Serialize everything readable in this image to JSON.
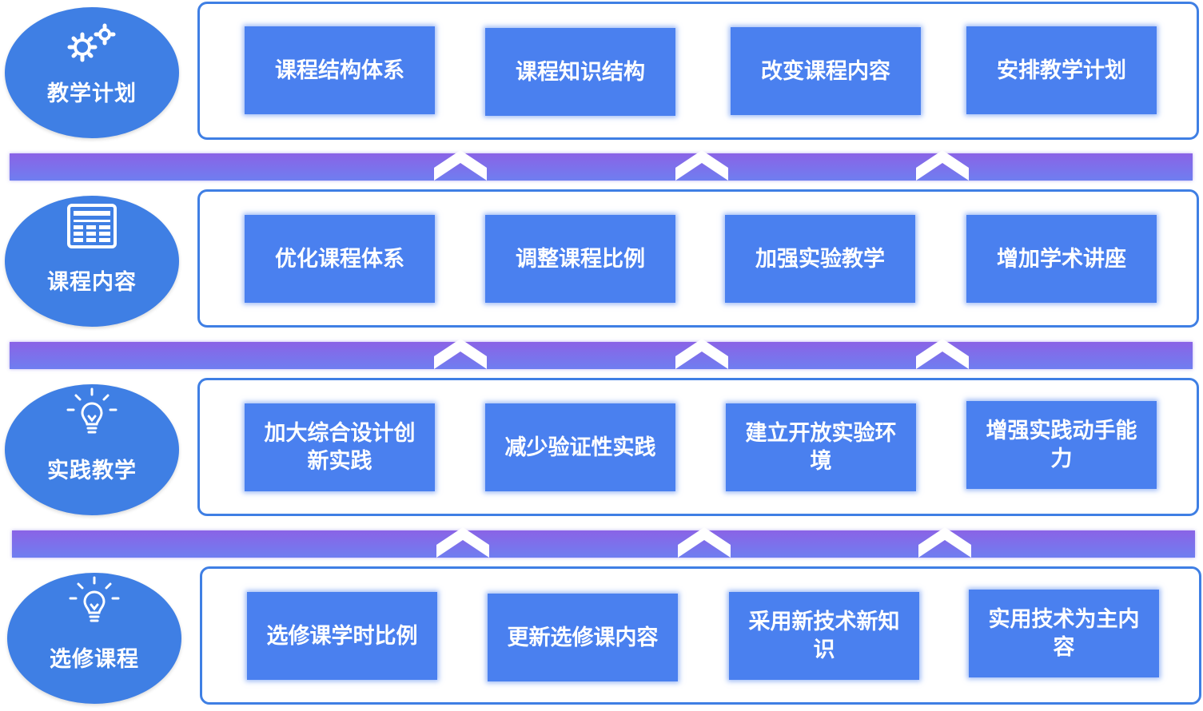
{
  "rows": [
    {
      "title": "教学计划",
      "icon": "gears-icon",
      "items": [
        "课程结构体系",
        "课程知识结构",
        "改变课程内容",
        "安排教学计划"
      ]
    },
    {
      "title": "课程内容",
      "icon": "document-table-icon",
      "items": [
        "优化课程体系",
        "调整课程比例",
        "加强实验教学",
        "增加学术讲座"
      ]
    },
    {
      "title": "实践教学",
      "icon": "lightbulb-icon",
      "items": [
        "加大综合设计创新实践",
        "减少验证性实践",
        "建立开放实验环境",
        "增强实践动手能力"
      ]
    },
    {
      "title": "选修课程",
      "icon": "lightbulb-icon",
      "items": [
        "选修课学时比例",
        "更新选修课内容",
        "采用新技术新知识",
        "实用技术为主内容"
      ]
    }
  ],
  "colors": {
    "circle": "#3f7fe4",
    "box": "#4a80ef",
    "band_top": "#8a63e6",
    "band_bottom": "#6f7ef0",
    "panel_border": "#3f7fe4"
  }
}
